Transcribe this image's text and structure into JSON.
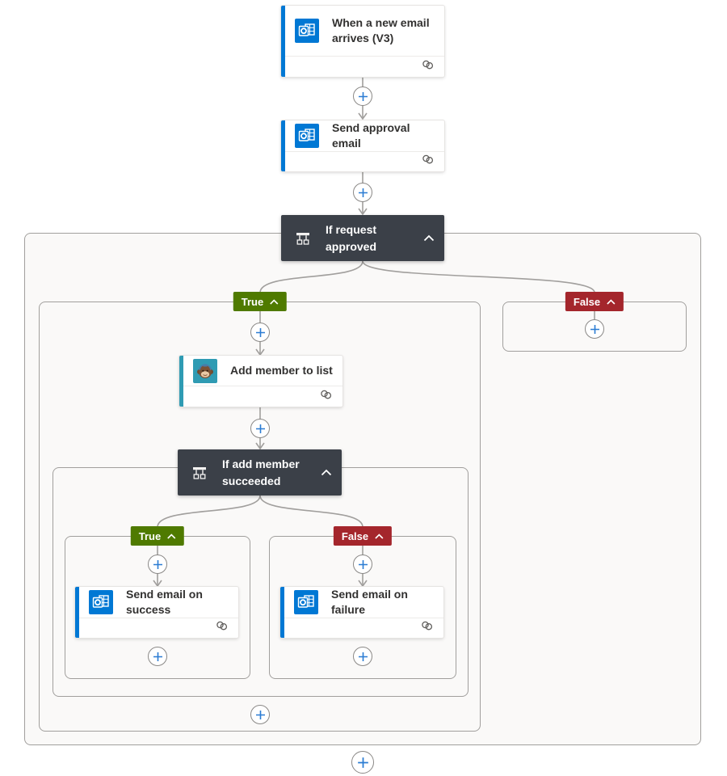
{
  "colors": {
    "accent_blue": "#0078d4",
    "mailchimp_teal": "#2f9bb3",
    "condition_header": "#3b4048",
    "true_badge": "#4f7a00",
    "false_badge": "#a4262c",
    "connector_line": "#a19f9d",
    "container_bg": "#faf9f8",
    "plus_blue": "#2b7cd3"
  },
  "nodes": {
    "trigger": {
      "title": "When a new email arrives (V3)",
      "icon": "outlook-icon"
    },
    "send_approval_email": {
      "title": "Send approval email",
      "icon": "outlook-icon"
    },
    "if_request_approved": {
      "title": "If request approved",
      "icon": "condition-icon"
    },
    "add_member_to_list": {
      "title": "Add member to list",
      "icon": "mailchimp-icon"
    },
    "if_add_member_succeeded": {
      "title": "If add member succeeded",
      "icon": "condition-icon"
    },
    "send_email_on_success": {
      "title": "Send email on success",
      "icon": "outlook-icon"
    },
    "send_email_on_failure": {
      "title": "Send email on failure",
      "icon": "outlook-icon"
    }
  },
  "branches": {
    "request_true": {
      "label": "True"
    },
    "request_false": {
      "label": "False"
    },
    "member_true": {
      "label": "True"
    },
    "member_false": {
      "label": "False"
    }
  }
}
